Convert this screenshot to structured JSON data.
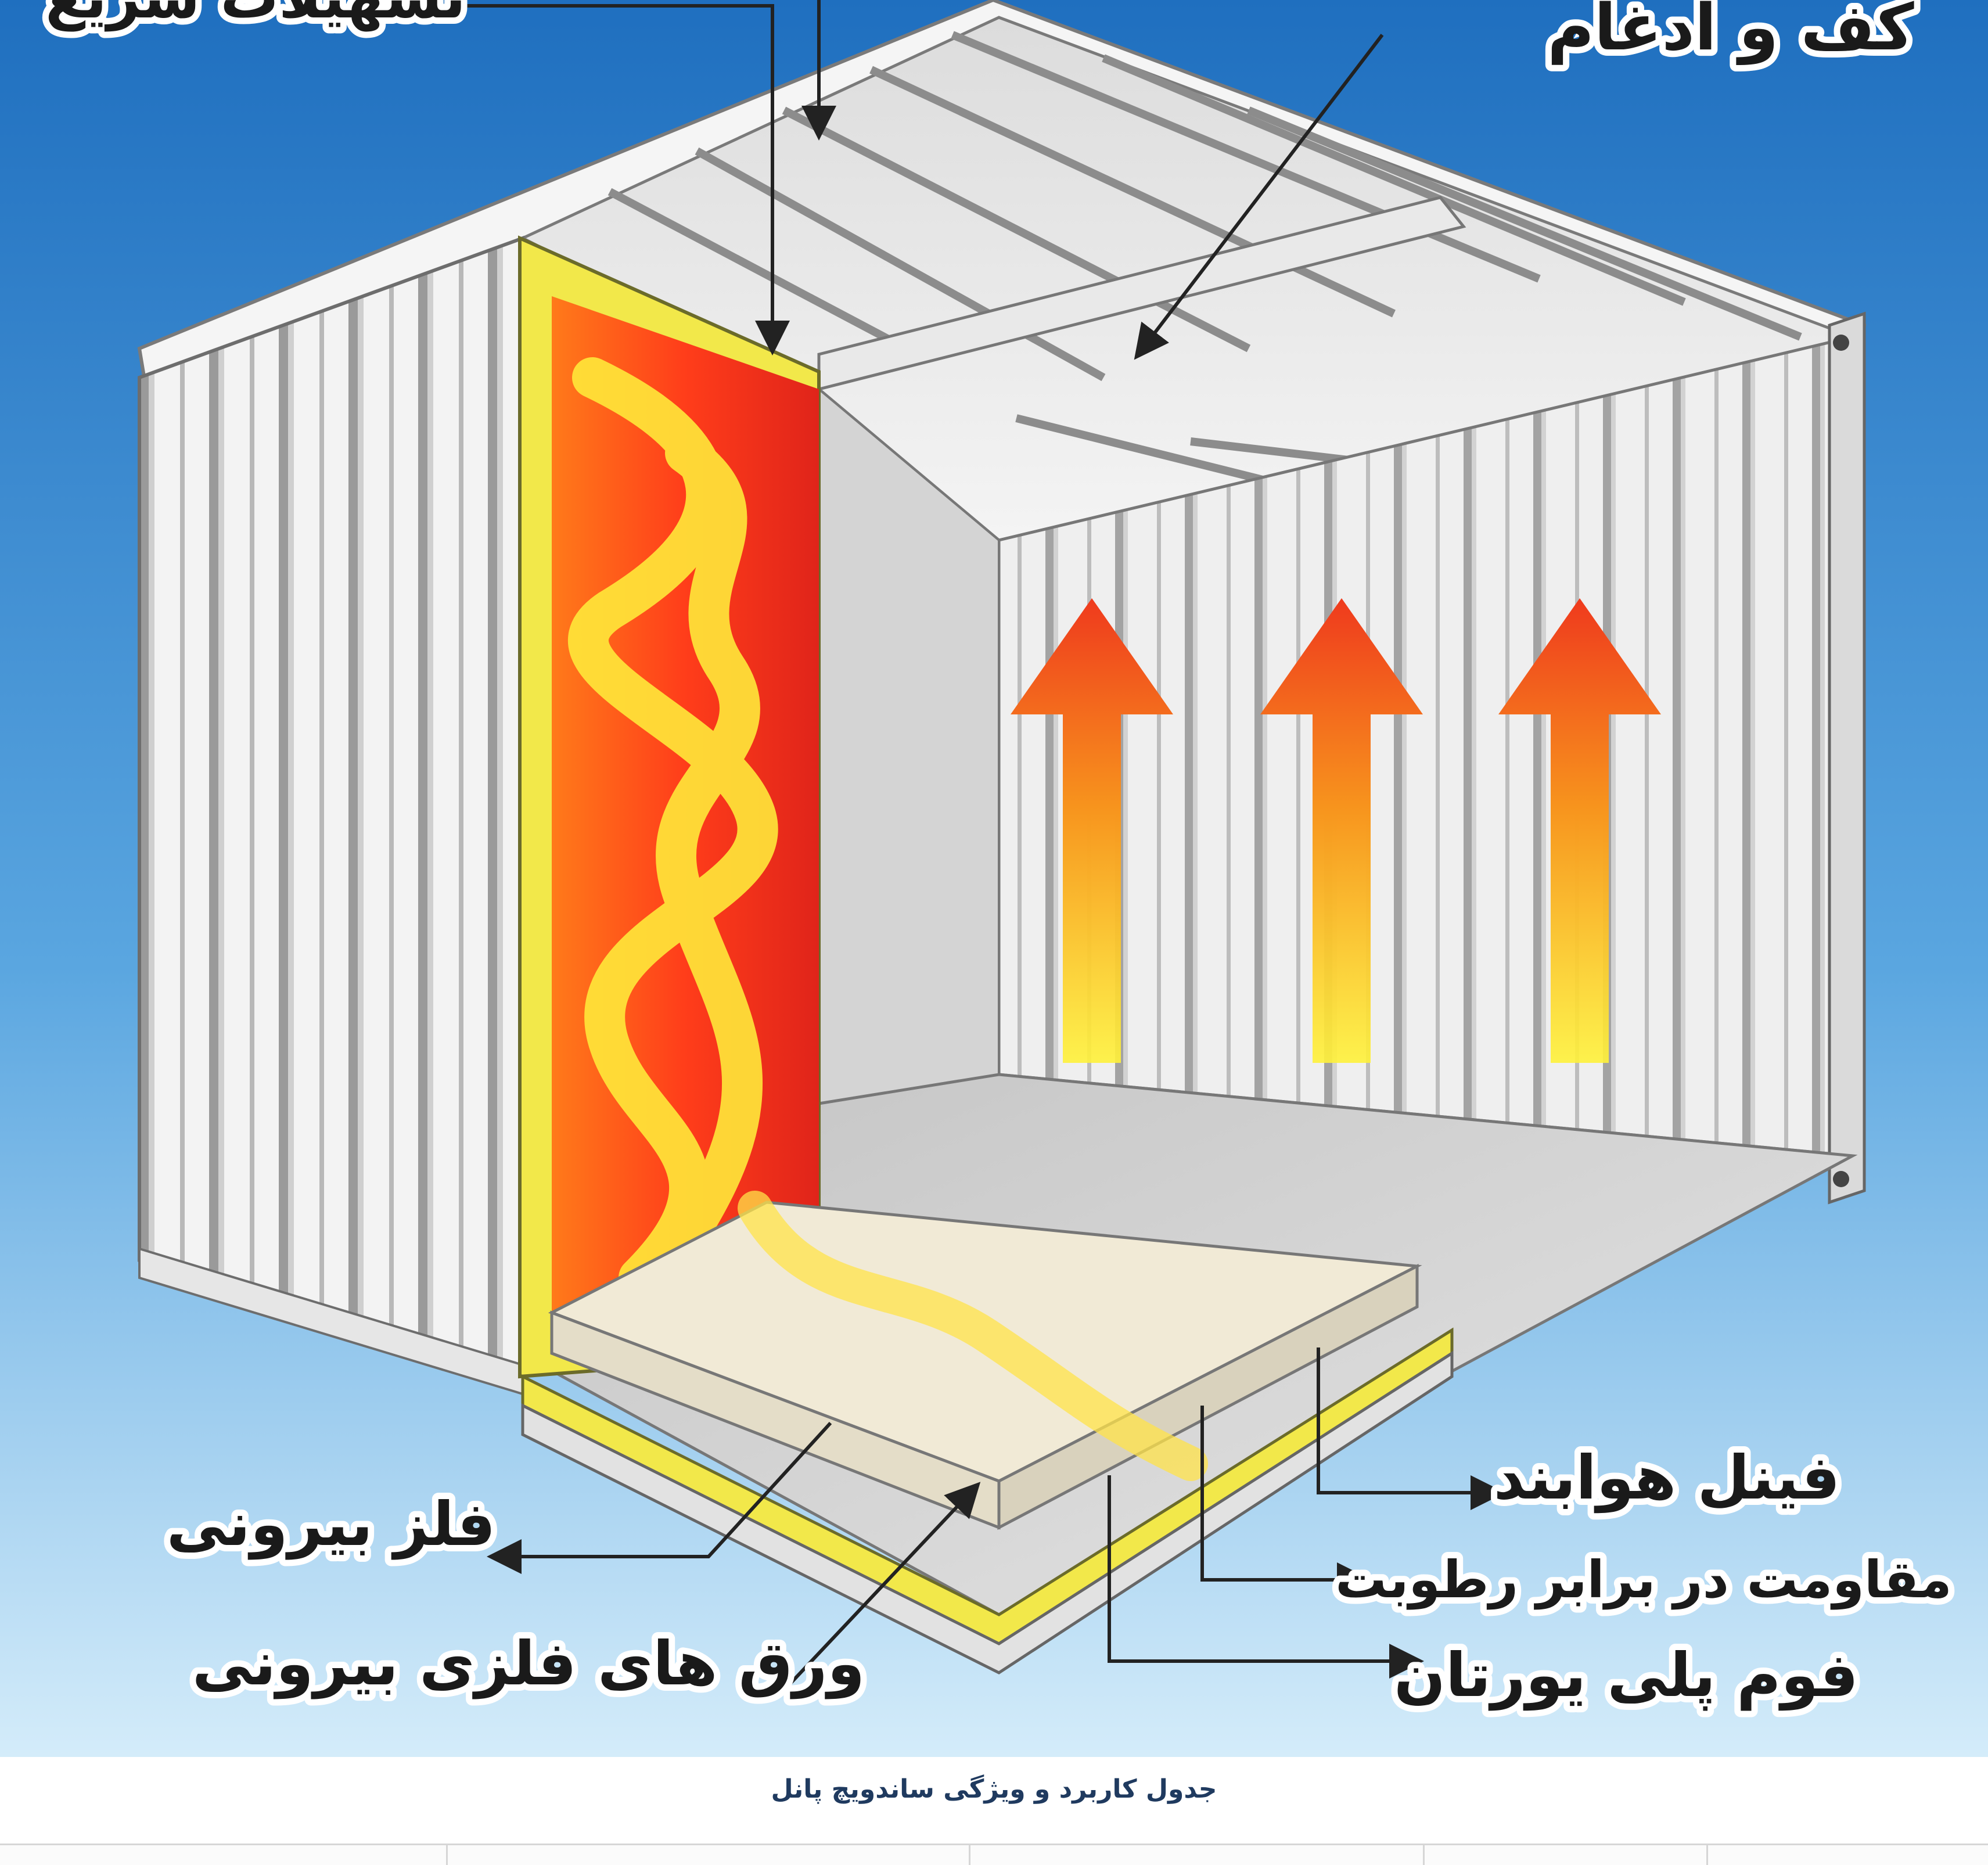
{
  "diagram": {
    "labels": {
      "top_left_partial": "تسهیلات سریع",
      "top_right": "کف و ادغام",
      "vinyl": "فینل هوابند",
      "moisture": "مقاومت در برابر رطوبت",
      "foam": "فوم پلی یورتان",
      "outer_metal": "فلز بیرونی",
      "outer_sheets": "ورق های فلزی بیرونی"
    },
    "colors": {
      "sky_top": "#1f6fbf",
      "sky_bottom": "#cfe8f8",
      "metal_light": "#f2f2f2",
      "metal_dark": "#8f8f8f",
      "insulation": "#f2e84a",
      "fire_red": "#e8321c",
      "fire_yellow": "#ffe83a",
      "foam": "#f1ead6"
    }
  },
  "caption": "جدول کاربرد و ویژگی ساندویچ پانل",
  "table": {
    "columns": 5
  }
}
